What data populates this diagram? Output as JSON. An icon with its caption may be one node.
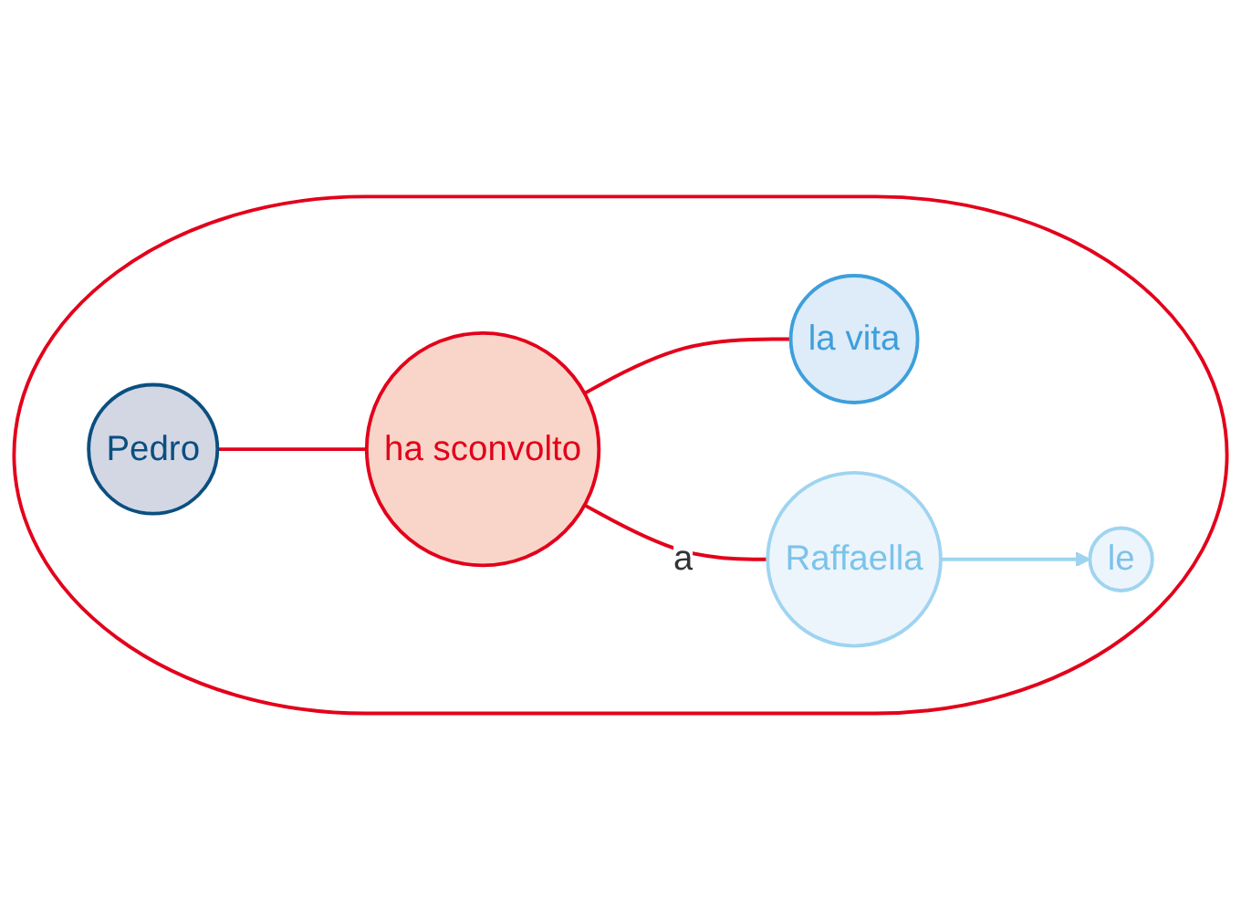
{
  "diagram": {
    "nodes": [
      {
        "text": [],
        "shape": "ellipse"
      },
      {
        "text": [
          "Pedro"
        ],
        "in": 0
      },
      {
        "text": [
          "ha sconvolto"
        ],
        "in": 0
      },
      {
        "text": [
          "la vita"
        ],
        "in": 0
      },
      {
        "text": [
          "le"
        ],
        "in": 0
      },
      {
        "text": [
          "Raffaella"
        ],
        "in": 0
      }
    ],
    "edges": [
      {
        "from": 1,
        "to": 2,
        "arrow": "none"
      },
      {
        "from": 2,
        "to": 3,
        "arrow": "none"
      },
      {
        "from": 2,
        "to": 5,
        "arrow": "none",
        "label": "a"
      },
      {
        "from": 5,
        "to": 4,
        "arrow": "to",
        "color": "#9ed4f0"
      }
    ]
  }
}
